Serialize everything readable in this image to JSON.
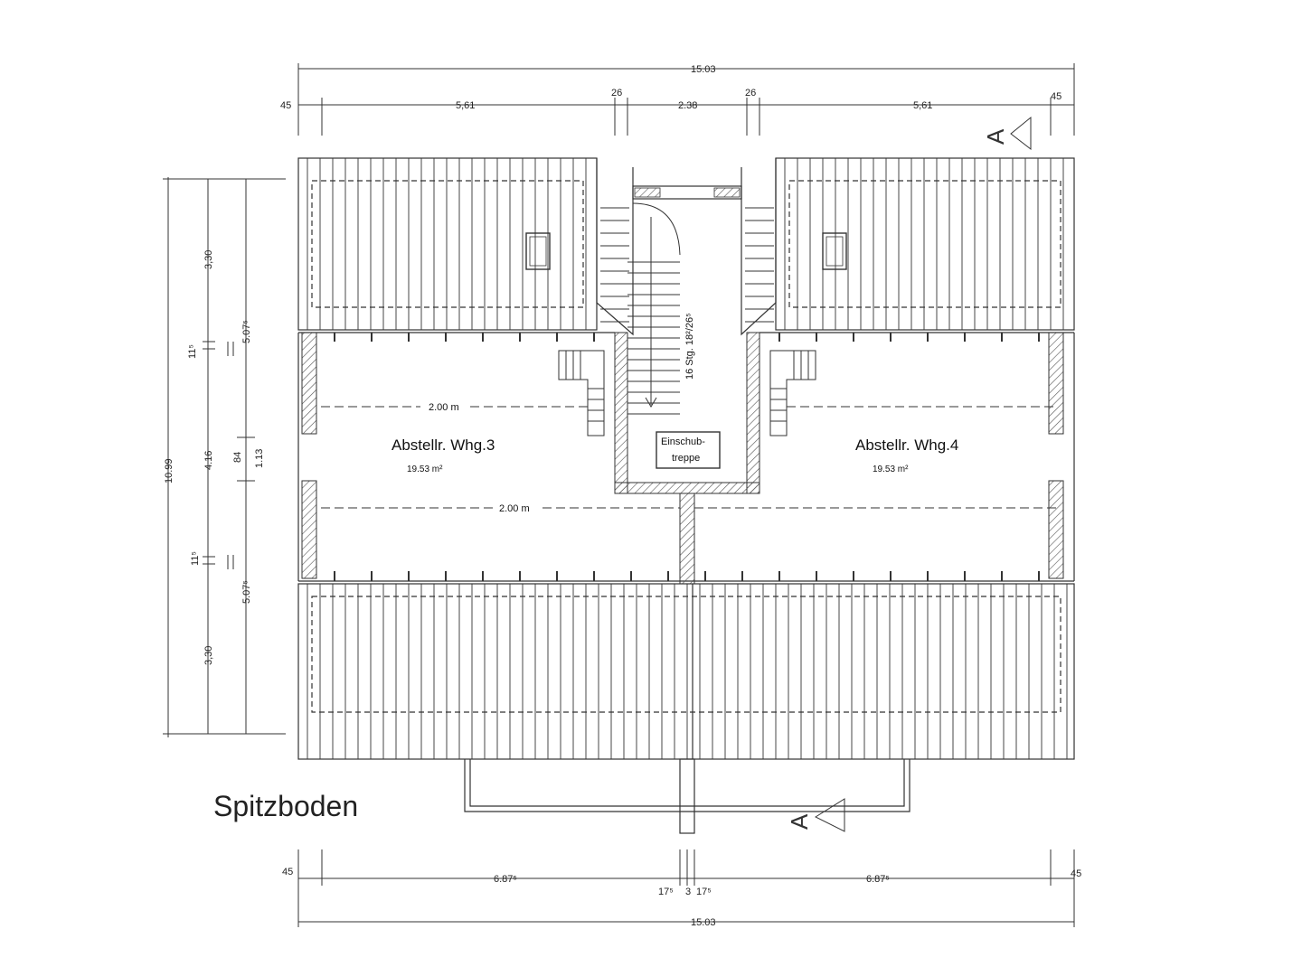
{
  "title": "Spitzboden",
  "rooms": [
    {
      "name": "Abstellr. Whg.3",
      "area": "19.53 m²"
    },
    {
      "name": "Abstellr. Whg.4",
      "area": "19.53 m²"
    }
  ],
  "hatch": {
    "line1": "Einschub-",
    "line2": "treppe"
  },
  "stairs": {
    "label": "16 Stg. 18²/26⁵"
  },
  "height_lines": [
    "2.00 m",
    "2.00 m"
  ],
  "section_marker": "A",
  "top_dims": {
    "overall": "15.03",
    "segments": [
      "45",
      "5,61",
      "26",
      "2.38",
      "26",
      "5,61",
      "45"
    ]
  },
  "bottom_dims": {
    "overall": "15.03",
    "segments": [
      "45",
      "6.87⁵",
      "17⁵",
      "3",
      "17⁵",
      "6.87⁵",
      "45"
    ]
  },
  "left_dims": {
    "overall": "10.99",
    "chain_a": [
      "3,30",
      "11⁵",
      "4.16",
      "11⁵",
      "3,30"
    ],
    "chain_b": [
      "5.07⁵",
      "84",
      "1.13",
      "5.07⁵"
    ]
  },
  "colors": {
    "line": "#333333",
    "hatch": "#555555",
    "background": "#ffffff"
  }
}
